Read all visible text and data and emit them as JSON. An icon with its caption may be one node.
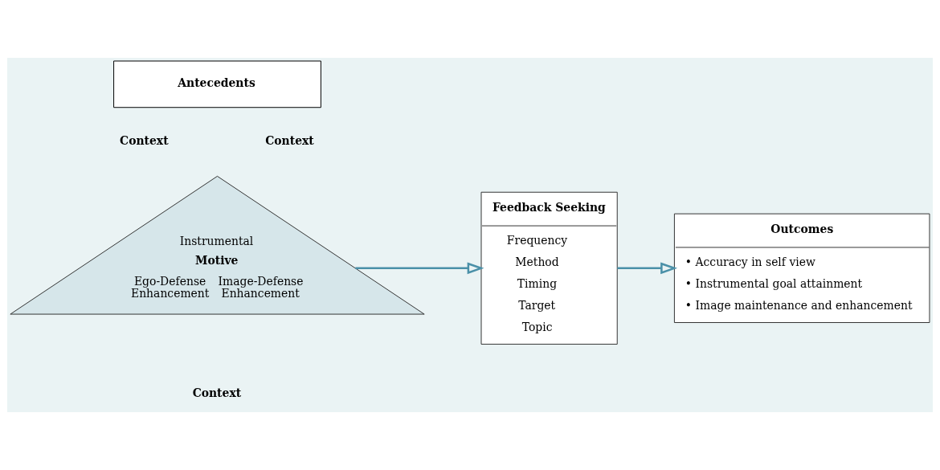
{
  "diagram": {
    "nodes": [
      {
        "text": [
          "Antecedents"
        ]
      },
      {
        "text": [
          "Instrumental",
          "Motive",
          "Ego-Defense Enhancement",
          "Image-Defense Enhancement"
        ]
      },
      {
        "text": [
          "Feedback Seeking",
          "Frequency",
          "Method",
          "Timing",
          "Target",
          "Topic"
        ]
      },
      {
        "text": [
          "Outcomes",
          "• Accuracy in self view",
          "• Instrumental goal attainment",
          "• Image maintenance and enhancement"
        ]
      }
    ],
    "edges": [
      {
        "from": 1,
        "to": 2,
        "arrow": "to"
      },
      {
        "from": 2,
        "to": 3,
        "arrow": "to"
      }
    ],
    "labels": [
      "Context",
      "Context",
      "Context"
    ]
  }
}
